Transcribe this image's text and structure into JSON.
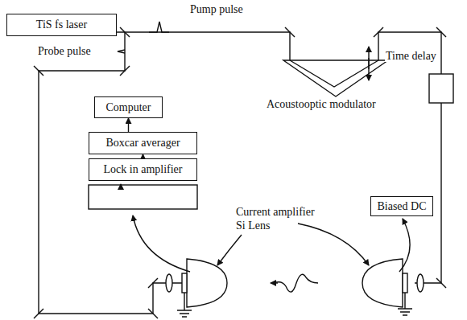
{
  "diagram": {
    "nodes": [
      {
        "text": [
          "TiS fs laser"
        ]
      },
      {
        "text": [
          "Computer"
        ]
      },
      {
        "text": [
          "Boxcar averager"
        ]
      },
      {
        "text": [
          "Lock in amplifier"
        ]
      },
      {
        "text": [
          "Biased DC"
        ]
      }
    ],
    "edges": [
      {
        "from": 2,
        "to": 1,
        "arrow": "to"
      },
      {
        "from": 3,
        "to": 2,
        "arrow": "to"
      }
    ],
    "labels": [
      "Pump pulse",
      "Probe pulse",
      "Time delay",
      "Acoustooptic modulator",
      "Current amplifier",
      "Si Lens"
    ]
  }
}
